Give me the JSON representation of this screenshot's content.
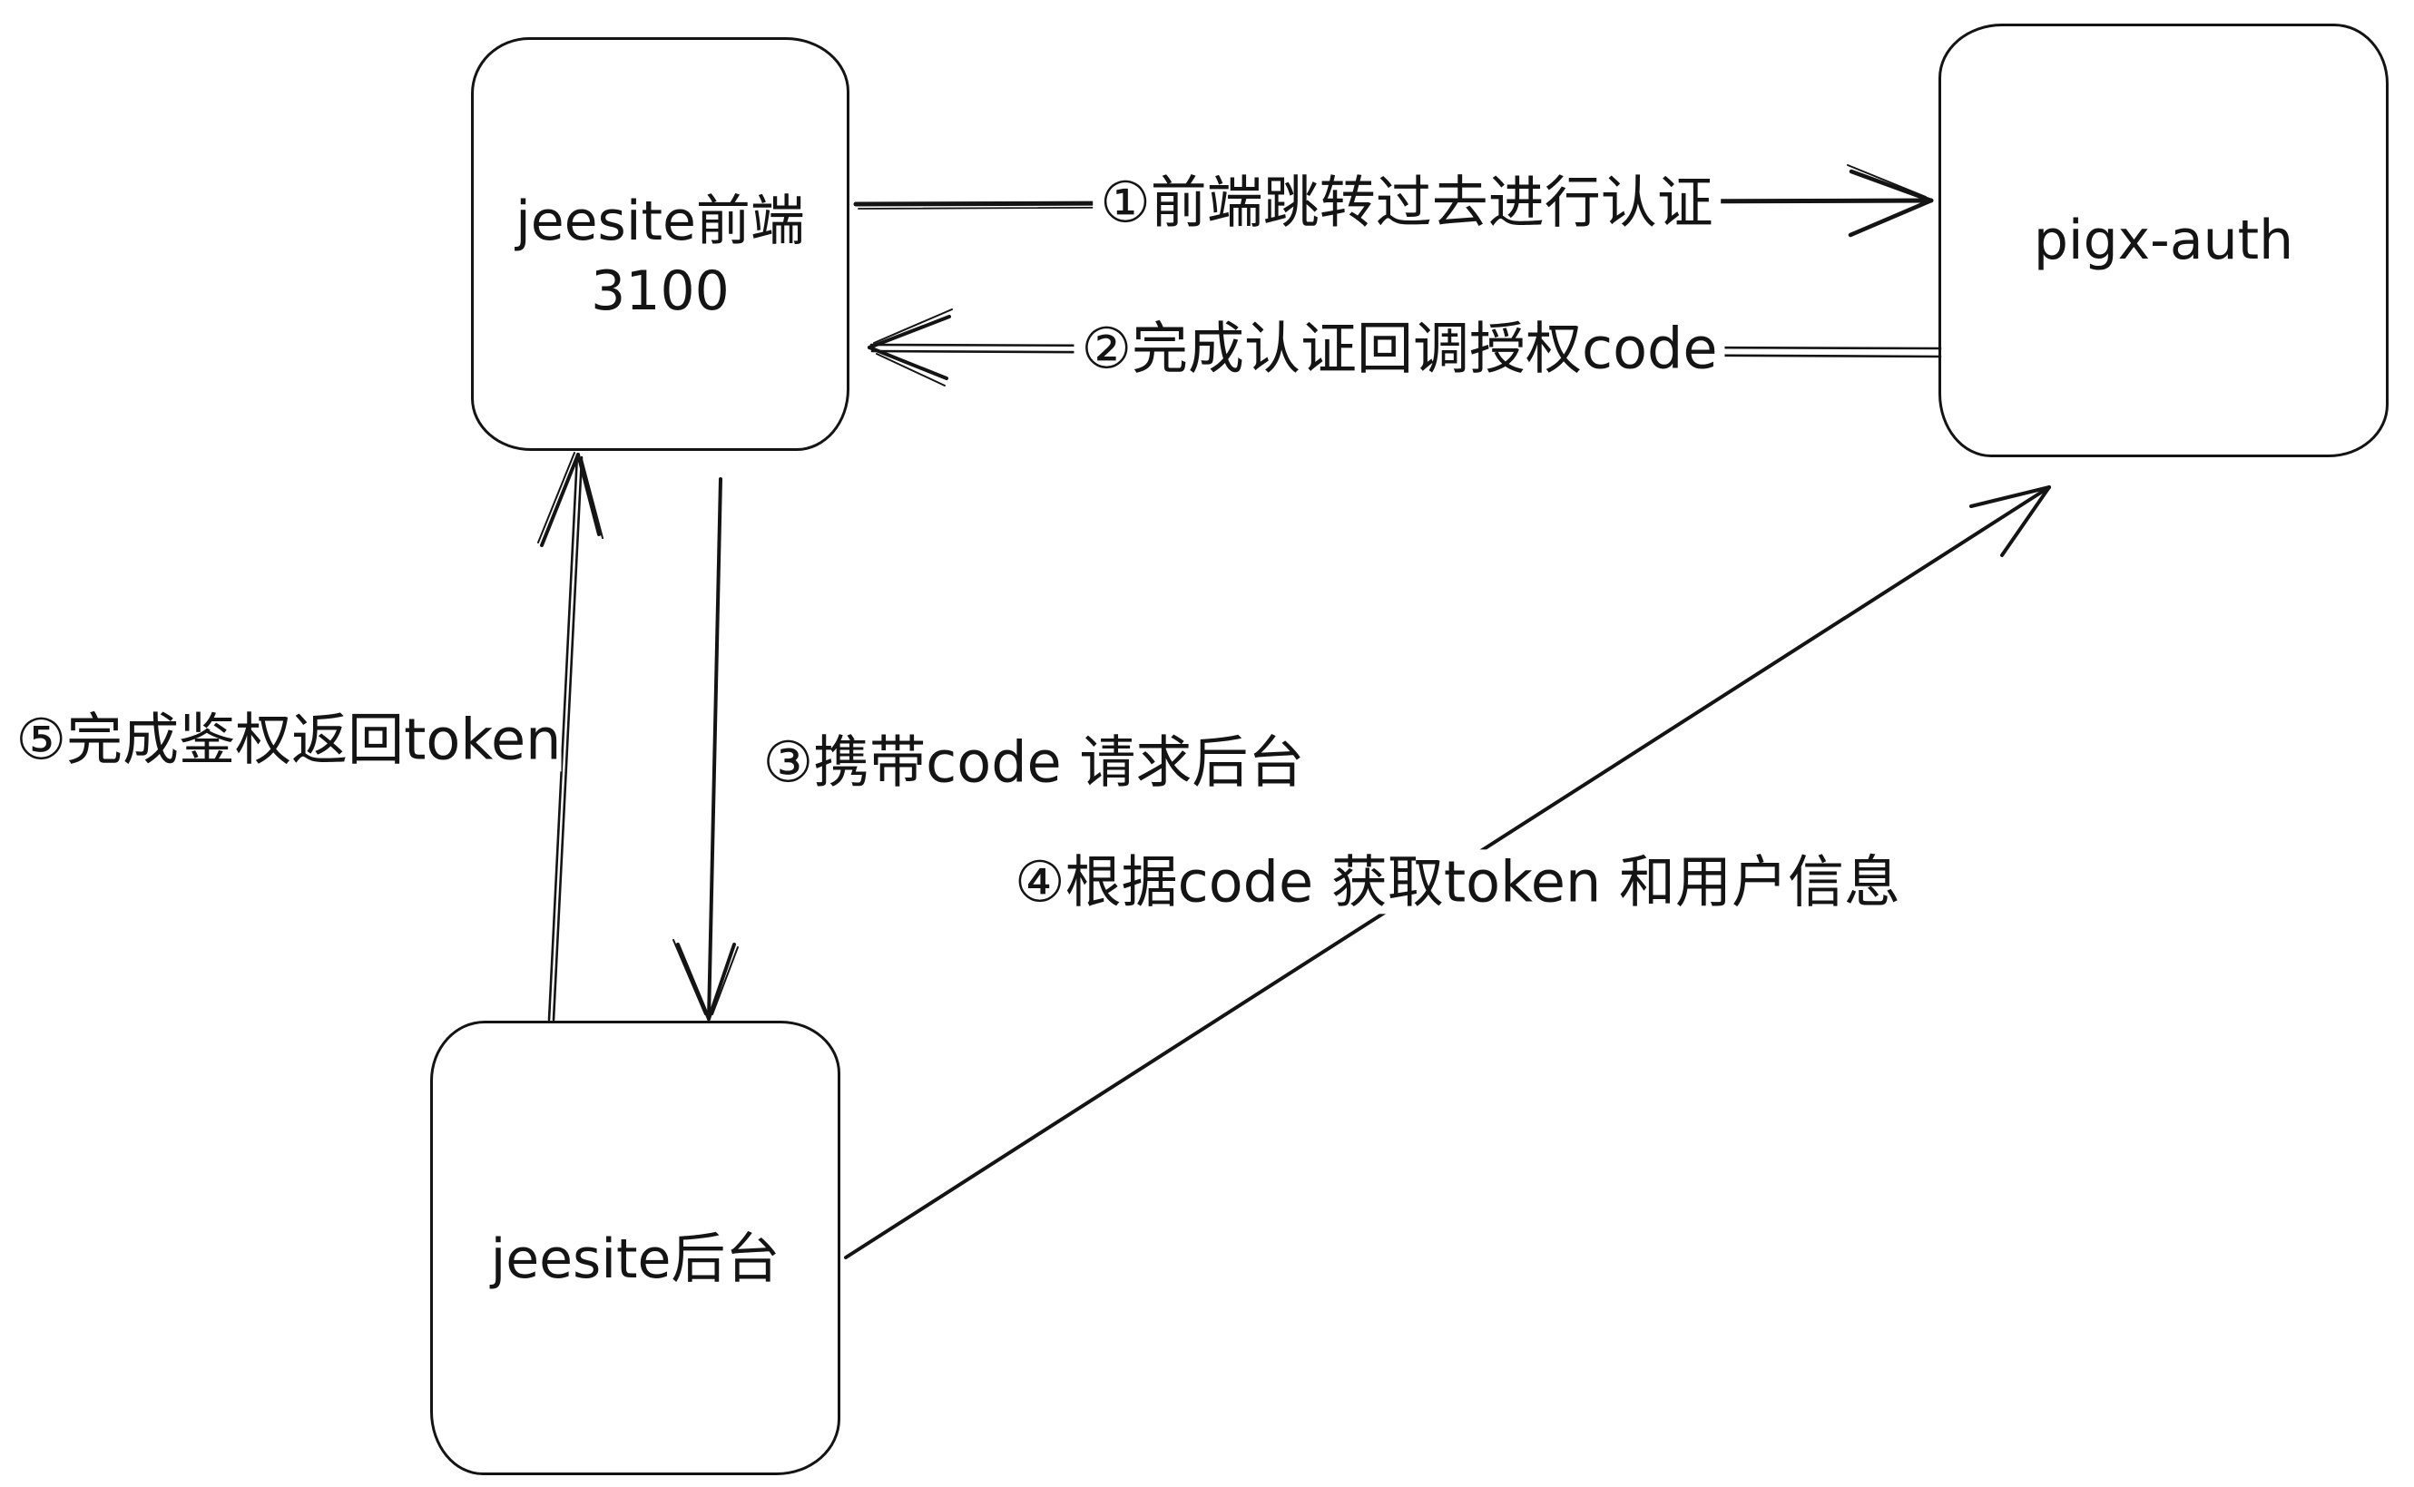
{
  "canvas": {
    "background": "#ffffff",
    "ink": "#141414"
  },
  "nodes": {
    "frontend": {
      "id": "jeesite-frontend",
      "label": "jeesite前端",
      "port": "3100"
    },
    "auth": {
      "id": "pigx-auth",
      "label": "pigx-auth"
    },
    "backend": {
      "id": "jeesite-backend",
      "label": "jeesite后台"
    }
  },
  "edges": {
    "step1": {
      "label": "①前端跳转过去进行认证",
      "from": "jeesite-frontend",
      "to": "pigx-auth"
    },
    "step2": {
      "label": "②完成认证回调授权code",
      "from": "pigx-auth",
      "to": "jeesite-frontend"
    },
    "step3": {
      "label": "③携带code 请求后台",
      "from": "jeesite-frontend",
      "to": "jeesite-backend"
    },
    "step4": {
      "label": "④根据code 获取token 和用户信息",
      "from": "jeesite-backend",
      "to": "pigx-auth"
    },
    "step5": {
      "label": "⑤完成鉴权返回token",
      "from": "jeesite-backend",
      "to": "jeesite-frontend"
    }
  }
}
